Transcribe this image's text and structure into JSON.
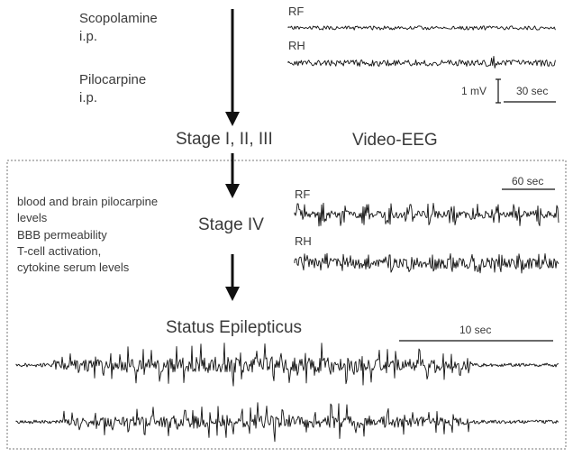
{
  "steps": {
    "scopolamine": [
      "Scopolamine",
      "i.p."
    ],
    "pilocarpine": [
      "Pilocarpine",
      "i.p."
    ],
    "stage_1_3": "Stage I, II, III",
    "stage_4": "Stage IV",
    "status": "Status Epilepticus"
  },
  "video_eeg": "Video-EEG",
  "measurements": [
    "blood and brain pilocarpine",
    "levels",
    "BBB permeability",
    "T-cell activation,",
    "cytokine serum levels"
  ],
  "traces": {
    "top": {
      "channels": [
        "RF",
        "RH"
      ],
      "scale_voltage": "1 mV",
      "scale_time": "30 sec"
    },
    "middle": {
      "channels": [
        "RF",
        "RH"
      ],
      "scale_time": "60 sec"
    },
    "bottom": {
      "scale_time": "10 sec"
    }
  }
}
